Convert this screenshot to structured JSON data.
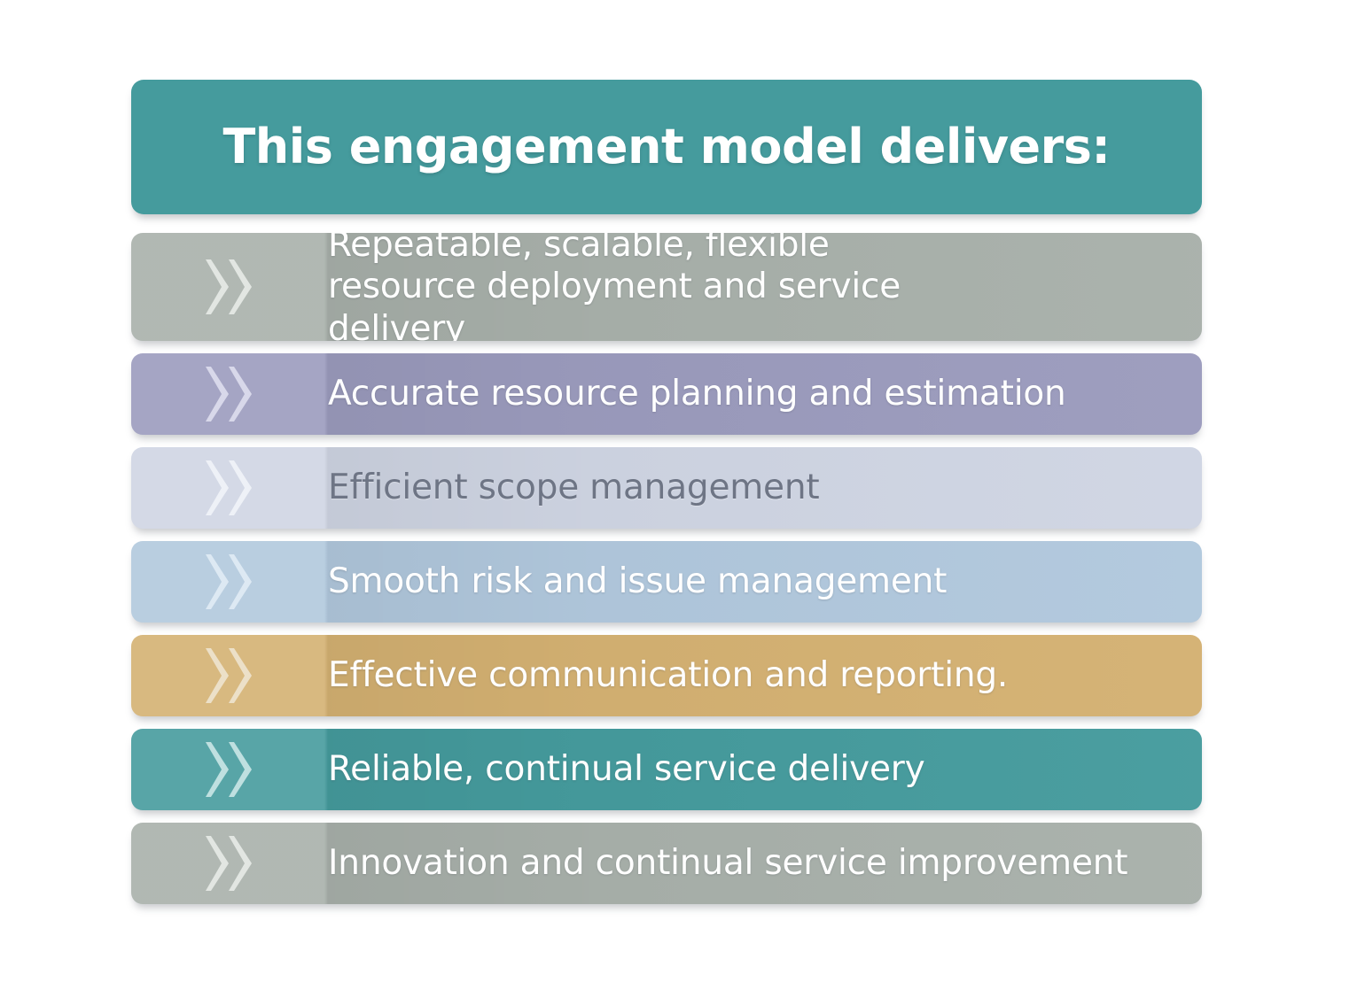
{
  "header": {
    "title": "This engagement model delivers:",
    "background_color": "#459b9d",
    "text_color": "#ffffff"
  },
  "icon": {
    "name": "double-chevron-right-icon",
    "glyph": "»"
  },
  "rows": [
    {
      "label": "Repeatable, scalable, flexible resource deployment and service delivery",
      "background_color": "#a8b0aa",
      "text_color": "#ffffff",
      "chevron_color": "#e2e6e2",
      "lines": 2
    },
    {
      "label": "Accurate resource planning and estimation",
      "background_color": "#9b9bbd",
      "text_color": "#ffffff",
      "chevron_color": "#d8d8ea",
      "lines": 1
    },
    {
      "label": "Efficient scope management",
      "background_color": "#cfd5e3",
      "text_color": "#6e7585",
      "chevron_color": "#eef1f7",
      "lines": 1
    },
    {
      "label": "Smooth risk and issue management",
      "background_color": "#b1c8dd",
      "text_color": "#ffffff",
      "chevron_color": "#dde9f3",
      "lines": 1
    },
    {
      "label": "Effective communication and reporting.",
      "background_color": "#d4b172",
      "text_color": "#ffffff",
      "chevron_color": "#ece0c8",
      "lines": 1
    },
    {
      "label": "Reliable, continual service delivery",
      "background_color": "#459b9d",
      "text_color": "#ffffff",
      "chevron_color": "#bfe0e0",
      "lines": 1
    },
    {
      "label": "Innovation and continual service improvement",
      "background_color": "#a8b0aa",
      "text_color": "#ffffff",
      "chevron_color": "#e2e6e2",
      "lines": 1
    }
  ]
}
